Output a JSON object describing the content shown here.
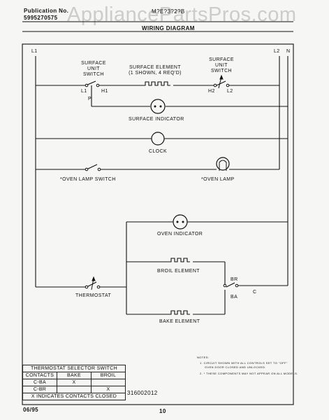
{
  "header": {
    "publication_label": "Publication No.",
    "publication_number": "5995270575",
    "model_number": "M?E?3?2?B",
    "title": "WIRING DIAGRAM",
    "watermark": "AppliancePartsPros.com"
  },
  "diagram": {
    "l1": "L1",
    "l2": "L2",
    "n": "N",
    "surface_unit_switch_left": [
      "SURFACE",
      "UNIT",
      "SWITCH"
    ],
    "surface_element": [
      "SURFACE ELEMENT",
      "(1 SHOWN, 4 REQ'D)"
    ],
    "surface_unit_switch_right": [
      "SURFACE",
      "UNIT",
      "SWITCH"
    ],
    "term_l1": "L1",
    "term_h1": "H1",
    "term_p": "P",
    "term_h2": "H2",
    "term_l2": "L2",
    "surface_indicator": "SURFACE INDICATOR",
    "clock": "CLOCK",
    "oven_lamp_switch": "*OVEN LAMP SWITCH",
    "oven_lamp": "*OVEN LAMP",
    "oven_indicator": "OVEN INDICATOR",
    "broil_element": "BROIL ELEMENT",
    "bake_element": "BAKE ELEMENT",
    "thermostat": "THERMOSTAT",
    "term_br": "BR",
    "term_ba": "BA",
    "term_c": "C"
  },
  "selector_table": {
    "title": "THERMOSTAT SELECTOR SWITCH",
    "headers": [
      "CONTACTS",
      "BAKE",
      "BROIL"
    ],
    "rows": [
      [
        "C-BA",
        "X",
        ""
      ],
      [
        "C-BR",
        "",
        "X"
      ]
    ],
    "footer": "X INDICATES CONTACTS CLOSED"
  },
  "notes": {
    "title": "NOTES:",
    "note1": [
      "1. CIRCUIT SHOWN WITH ALL CONTROLS SET TO \"OFF\"",
      "OVEN DOOR CLOSED AND UNLOCKED."
    ],
    "note2": "2. * THESE COMPONENTS MAY NOT APPEAR ON ALL MODELS."
  },
  "footer": {
    "part_number": "316002012",
    "date": "06/95",
    "page": "10"
  }
}
